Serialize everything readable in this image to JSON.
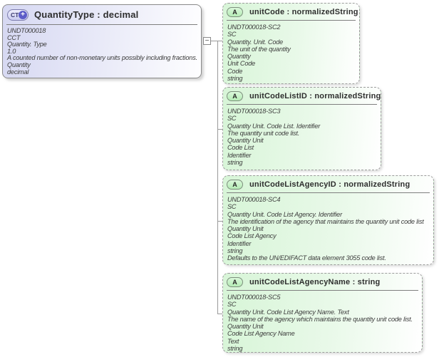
{
  "diagram": {
    "main_box": {
      "icon_label": "CT",
      "icon_badge": "+",
      "title": "QuantityType : decimal",
      "lines": [
        "UNDT000018",
        "CCT",
        "Quantity. Type",
        "1.0",
        "A counted number of non-monetary units possibly including fractions.",
        "Quantity",
        "decimal"
      ]
    },
    "collapse_glyph": "−",
    "attribute_boxes": [
      {
        "icon_label": "A",
        "title": "unitCode : normalizedString",
        "lines": [
          "UNDT000018-SC2",
          "SC",
          "Quantity. Unit. Code",
          "The unit of the quantity",
          "Quantity",
          "Unit Code",
          "Code",
          "string"
        ]
      },
      {
        "icon_label": "A",
        "title": "unitCodeListID : normalizedString",
        "lines": [
          "UNDT000018-SC3",
          "SC",
          "Quantity Unit. Code List. Identifier",
          "The quantity unit code list.",
          "Quantity Unit",
          "Code List",
          "Identifier",
          "string"
        ]
      },
      {
        "icon_label": "A",
        "title": "unitCodeListAgencyID : normalizedString",
        "lines": [
          "UNDT000018-SC4",
          "SC",
          "Quantity Unit. Code List Agency. Identifier",
          "The identification of the agency that maintains the quantity unit code list",
          "Quantity Unit",
          "Code List Agency",
          "Identifier",
          "string",
          "Defaults to the UN/EDIFACT data element 3055 code list."
        ]
      },
      {
        "icon_label": "A",
        "title": "unitCodeListAgencyName : string",
        "lines": [
          "UNDT000018-SC5",
          "SC",
          "Quantity Unit. Code List Agency Name. Text",
          "The name of the agency which maintains the quantity unit code list.",
          "Quantity Unit",
          "Code List Agency Name",
          "Text",
          "string"
        ]
      }
    ],
    "colors": {
      "complextype_fill": "#d6d8f2",
      "attribute_fill": "#d7f5d7",
      "border_gray": "#8a8a8a",
      "icon_badge_fill": "#5c5cc8"
    }
  }
}
